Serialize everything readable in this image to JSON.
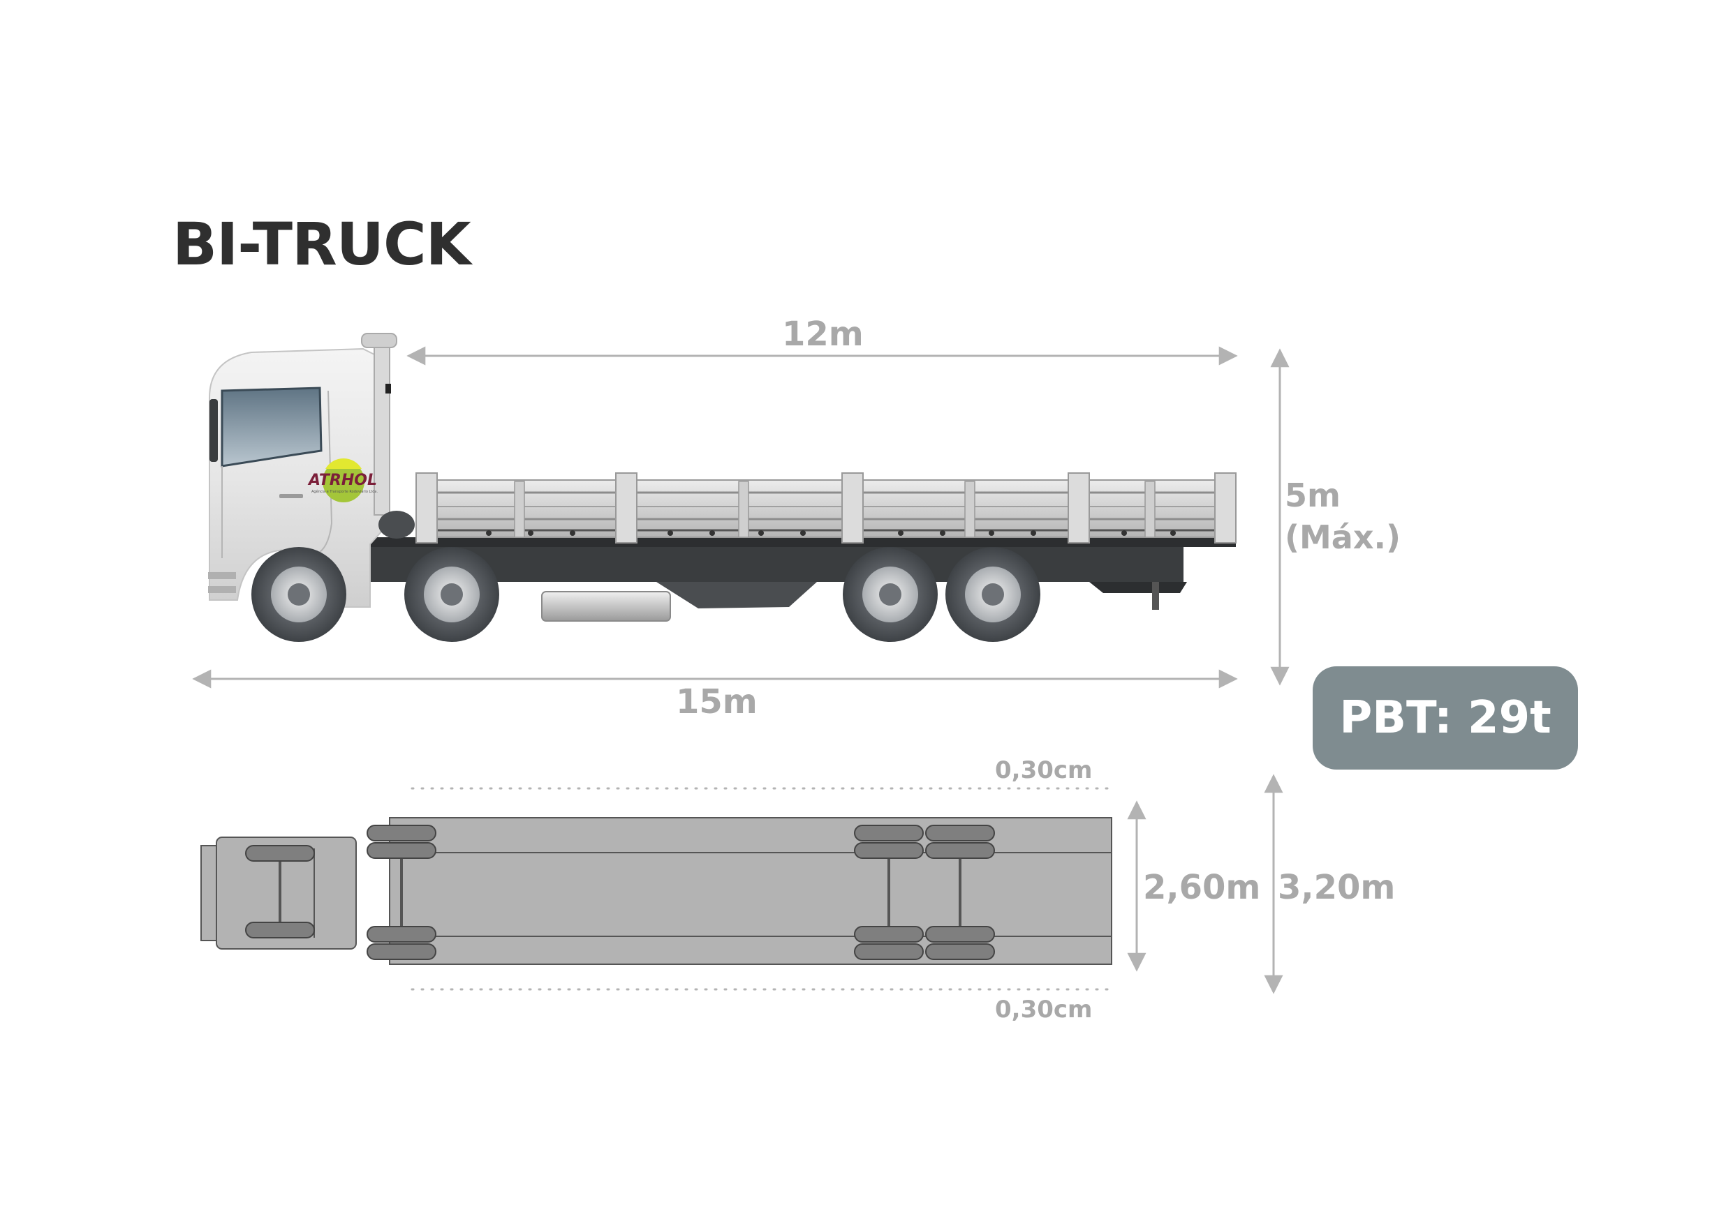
{
  "title": "BI-TRUCK",
  "side_view": {
    "body_length": "12m",
    "total_length": "15m",
    "height": "5m",
    "height_note": "(Máx.)"
  },
  "logo": {
    "text": "ATRHOL",
    "tagline": "Agência e Transporte Rodoviário Ltda.",
    "colors": {
      "primary": "#7b1f3a",
      "accent": "#a4c639"
    }
  },
  "top_view": {
    "margin_top": "0,30cm",
    "margin_bottom": "0,30cm",
    "body_width": "2,60m",
    "total_width": "3,20m"
  },
  "badge": {
    "text": "PBT: 29t",
    "color": "#7f8c90"
  },
  "colors": {
    "dimension_line": "#b3b3b3",
    "chassis": "#3a3d3f",
    "top_body": "#b3b3b3"
  }
}
